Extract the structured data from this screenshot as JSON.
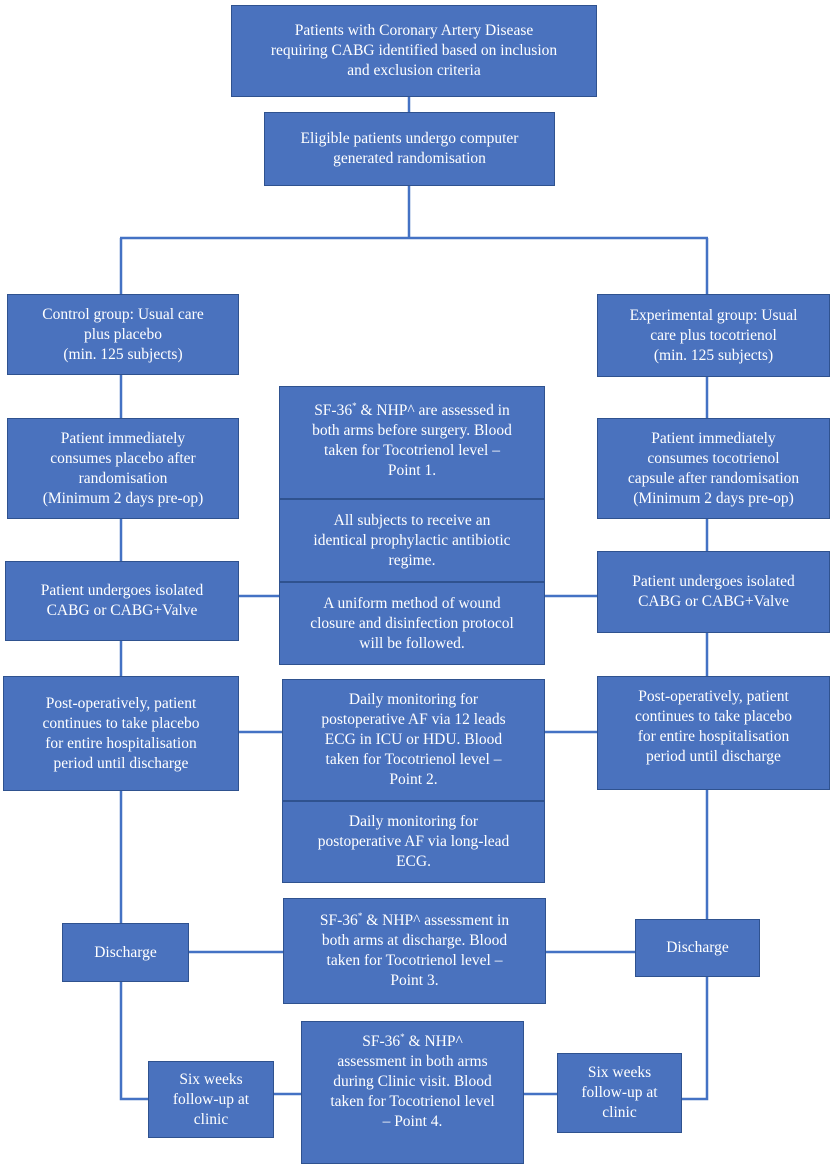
{
  "diagram": {
    "type": "flowchart",
    "title": "CABG tocotrienol randomised trial flow",
    "colors": {
      "box_fill": "#4a72be",
      "box_border": "#2f528f",
      "connector": "#4472c4",
      "text": "#ffffff"
    },
    "nodes": {
      "identification": "Patients with Coronary Artery Disease\nrequiring CABG identified based on inclusion\nand exclusion criteria",
      "randomisation": "Eligible patients undergo computer\ngenerated randomisation",
      "control_group": "Control group: Usual care\nplus placebo\n(min. 125 subjects)",
      "experimental_group": "Experimental group: Usual\ncare plus tocotrienol\n(min. 125 subjects)",
      "control_consume": "Patient immediately\nconsumes placebo after\nrandomisation\n(Minimum 2 days pre-op)",
      "experimental_consume": "Patient immediately\nconsumes tocotrienol\ncapsule after randomisation\n(Minimum 2 days pre-op)",
      "assessment_point1": "SF-36* & NHP^ are assessed in\nboth arms before surgery. Blood\ntaken for Tocotrienol level –\nPoint 1.",
      "antibiotic": "All subjects to receive an\nidentical prophylactic antibiotic\nregime.",
      "wound_closure": "A uniform method of wound\nclosure and disinfection protocol\nwill be followed.",
      "control_surgery": "Patient undergoes isolated\nCABG or CABG+Valve",
      "experimental_surgery": "Patient undergoes isolated\nCABG or CABG+Valve",
      "control_postop": "Post-operatively, patient\ncontinues to take placebo\nfor entire hospitalisation\nperiod until discharge",
      "experimental_postop": "Post-operatively, patient\ncontinues to take placebo\nfor entire hospitalisation\nperiod until discharge",
      "monitoring_icu": "Daily monitoring for\npostoperative AF via 12 leads\nECG in ICU or HDU. Blood\ntaken for Tocotrienol level –\nPoint 2.",
      "monitoring_longlead": "Daily monitoring for\npostoperative AF via long-lead\nECG.",
      "control_discharge": "Discharge",
      "experimental_discharge": "Discharge",
      "assessment_point3": "SF-36* & NHP^ assessment in\nboth arms at discharge. Blood\ntaken for Tocotrienol level –\nPoint 3.",
      "control_followup": "Six weeks\nfollow-up at\nclinic",
      "experimental_followup": "Six weeks\nfollow-up at\nclinic",
      "assessment_point4": "SF-36* & NHP^\nassessment in both arms\nduring Clinic visit. Blood\ntaken for Tocotrienol level\n– Point 4."
    }
  }
}
